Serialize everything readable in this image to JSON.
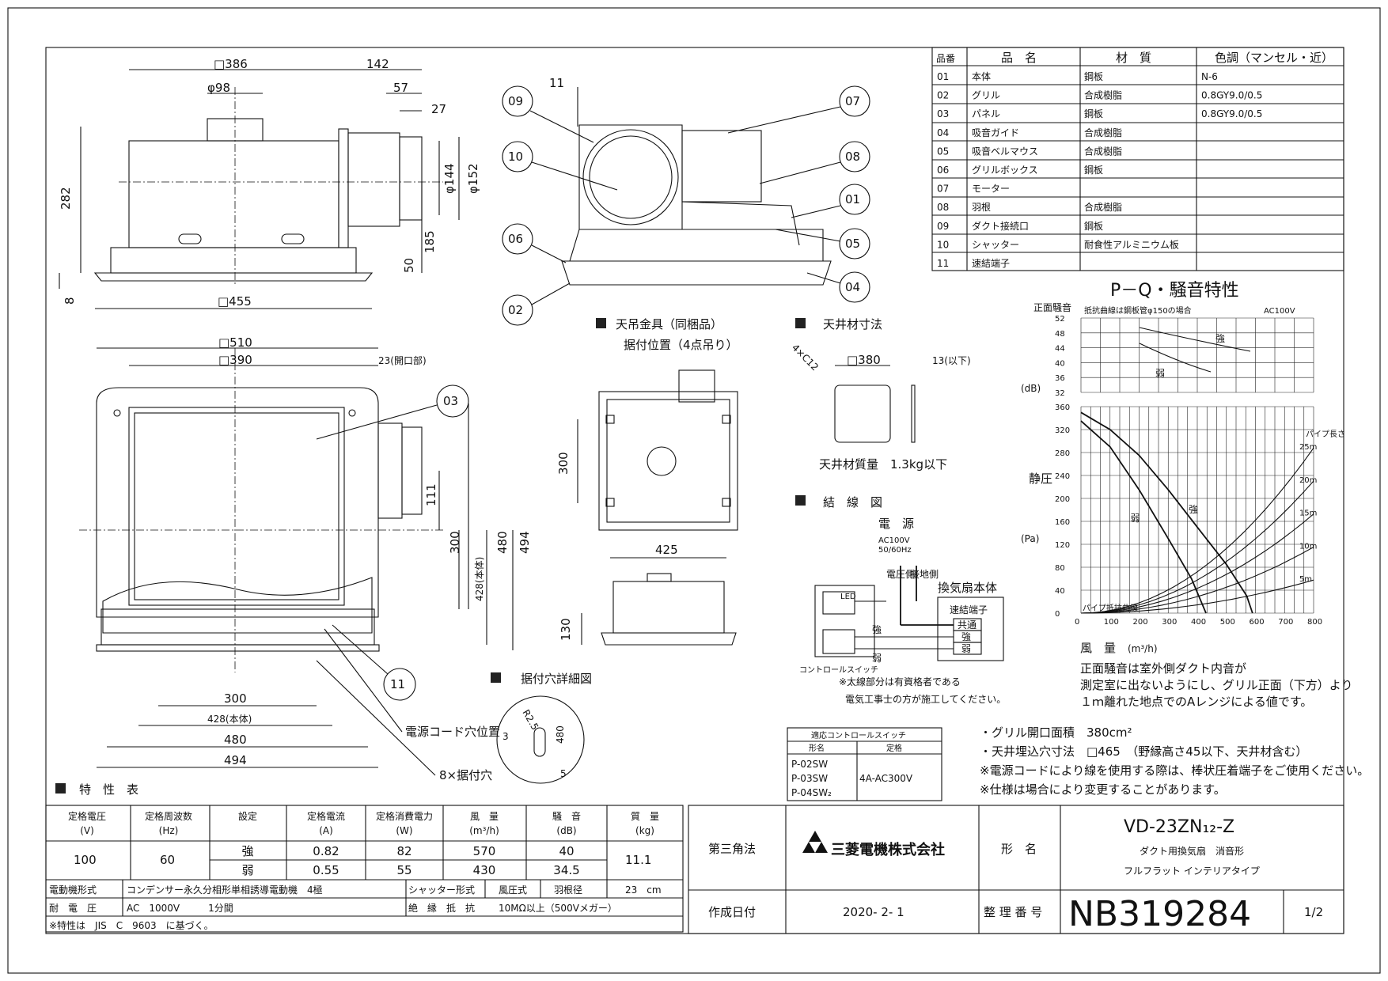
{
  "parts": {
    "headers": [
      "品番",
      "品　名",
      "材　質",
      "色調（マンセル・近）"
    ],
    "rows": [
      [
        "01",
        "本体",
        "鋼板",
        "N-6"
      ],
      [
        "02",
        "グリル",
        "合成樹脂",
        "0.8GY9.0/0.5"
      ],
      [
        "03",
        "パネル",
        "鋼板",
        "0.8GY9.0/0.5"
      ],
      [
        "04",
        "吸音ガイド",
        "合成樹脂",
        ""
      ],
      [
        "05",
        "吸音ベルマウス",
        "合成樹脂",
        ""
      ],
      [
        "06",
        "グリルボックス",
        "鋼板",
        ""
      ],
      [
        "07",
        "モーター",
        "",
        ""
      ],
      [
        "08",
        "羽根",
        "合成樹脂",
        ""
      ],
      [
        "09",
        "ダクト接続口",
        "鋼板",
        ""
      ],
      [
        "10",
        "シャッター",
        "耐食性アルミニウム板",
        ""
      ],
      [
        "11",
        "速結端子",
        "",
        ""
      ]
    ]
  },
  "dims": {
    "d386": "□386",
    "d142": "142",
    "d98": "φ98",
    "d57": "57",
    "d27": "27",
    "d282": "282",
    "d144": "φ144",
    "d152": "φ152",
    "d185": "185",
    "d50": "50",
    "d8": "8",
    "d455": "□455",
    "d510": "□510",
    "d390": "□390",
    "d23": "23(開口部)",
    "d111": "111",
    "d300v": "300",
    "d428v": "428(本体)",
    "d480v": "480",
    "d494v": "494",
    "d300h": "300",
    "d428h": "428(本体)",
    "d480h": "480",
    "d494h": "494",
    "d11": "11"
  },
  "callouts": [
    "01",
    "02",
    "03",
    "04",
    "05",
    "06",
    "07",
    "08",
    "09",
    "10",
    "11"
  ],
  "hanger": {
    "title": "天吊金具（同梱品）",
    "sub": "据付位置（4点吊り）",
    "d300": "300",
    "d425": "425",
    "d130": "130"
  },
  "ceiling": {
    "title": "天井材寸法",
    "d4xc12": "4×C12",
    "d380": "□380",
    "d13": "13(以下)",
    "note": "天井材質量　1.3kg以下"
  },
  "mount": {
    "title": "据付穴詳細図",
    "r": "R2.5",
    "d3": "3",
    "d480": "480",
    "d5": "5",
    "cord": "電源コード穴位置",
    "holes": "8×据付穴"
  },
  "wiring": {
    "title": "結　線　図",
    "power": "電　源",
    "ac": "AC100V",
    "hz": "50/60Hz",
    "earth": "接地側",
    "supply": "電圧側",
    "body": "換気扇本体",
    "terminal": "速結端子",
    "common": "共通",
    "strong": "強",
    "weak": "弱",
    "switch": "コントロールスイッチ",
    "led": "LED",
    "note1": "※太線部分は有資格者である",
    "note2": "電気工事士の方が施工してください。"
  },
  "switches": {
    "title": "適応コントロールスイッチ",
    "h1": "形名",
    "h2": "定格",
    "models": [
      "P-02SW",
      "P-03SW",
      "P-04SW₂"
    ],
    "rating": "4A-AC300V"
  },
  "pq": {
    "title": "P－Q・騒音特性",
    "noise_label": "正面騒音",
    "noise_unit": "(dB)",
    "static_label": "静圧",
    "static_unit": "(Pa)",
    "curve_note": "抵抗曲線は鋼板管φ150の場合",
    "ac": "AC100V",
    "flow_label": "風　量",
    "flow_unit": "(m³/h)",
    "pipe": "パイプ長さ",
    "pipe_marks": [
      "25m",
      "20m",
      "15m",
      "10m",
      "5m"
    ],
    "resist": "パイプ抵抗曲線",
    "strong": "強",
    "weak": "弱",
    "noise_ticks": [
      "52",
      "48",
      "44",
      "40",
      "36",
      "32"
    ],
    "pa_ticks": [
      "360",
      "320",
      "280",
      "240",
      "200",
      "160",
      "120",
      "80",
      "40",
      "0"
    ],
    "q_ticks": [
      "0",
      "100",
      "200",
      "300",
      "400",
      "500",
      "600",
      "700",
      "800"
    ],
    "notes": [
      "正面騒音は室外側ダクト内音が",
      "測定室に出ないようにし、グリル正面（下方）より",
      "１ｍ離れた地点でのAレンジによる値です。"
    ]
  },
  "specs": {
    "notes": [
      "・グリル開口面積　380cm²",
      "・天井埋込穴寸法　□465　（野縁高さ45以下、天井材含む）",
      "※電源コードにより線を使用する際は、棒状圧着端子をご使用ください。",
      "※仕様は場合により変更することがあります。"
    ]
  },
  "char": {
    "title": "特　性　表",
    "headers": [
      [
        "定格電圧",
        "(V)"
      ],
      [
        "定格周波数",
        "(Hz)"
      ],
      [
        "設定",
        ""
      ],
      [
        "定格電流",
        "(A)"
      ],
      [
        "定格消費電力",
        "(W)"
      ],
      [
        "風　量",
        "(m³/h)"
      ],
      [
        "騒　音",
        "(dB)"
      ],
      [
        "質　量",
        "(kg)"
      ]
    ],
    "voltage": "100",
    "freq": "60",
    "rows": [
      [
        "強",
        "0.82",
        "82",
        "570",
        "40"
      ],
      [
        "弱",
        "0.55",
        "55",
        "430",
        "34.5"
      ]
    ],
    "mass": "11.1",
    "motor_label": "電動機形式",
    "motor": "コンデンサー永久分相形単相誘導電動機　4極",
    "shutter_label": "シャッター形式",
    "shutter": "風圧式",
    "blade_label": "羽根径",
    "blade": "23　cm",
    "withstand_label": "耐　電　圧",
    "withstand": "AC　1000V　　　1分間",
    "insul_label": "絶　縁　抵　抗",
    "insul": "10MΩ以上（500Vメガー）",
    "footnote": "※特性は　JIS　C　9603　に基づく。"
  },
  "title_block": {
    "angle": "第三角法",
    "company": "三菱電機株式会社",
    "name_label": "形　名",
    "model": "VD-23ZN₁₂-Z",
    "desc1": "ダクト用換気扇　消音形",
    "desc2": "フルフラット インテリアタイプ",
    "date_label": "作成日付",
    "date": "2020- 2- 1",
    "num_label": "整 理 番 号",
    "number": "NB319284",
    "page": "1/2"
  }
}
